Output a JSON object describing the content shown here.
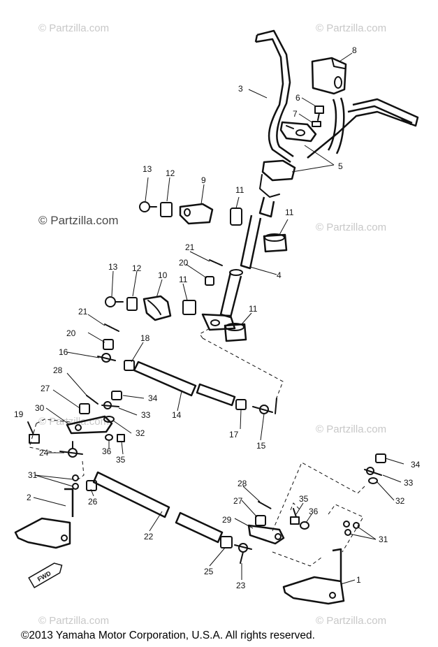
{
  "watermarks": {
    "top_left": "© Partzilla.com",
    "top_right": "© Partzilla.com",
    "mid_left": "© Partzilla.com",
    "mid_right": "© Partzilla.com",
    "low_left": "© Partzilla.com",
    "low_right": "© Partzilla.com",
    "bottom_left": "© Partzilla.com",
    "bottom_right": "© Partzilla.com"
  },
  "copyright": "©2013 Yamaha Motor Corporation, U.S.A. All rights reserved.",
  "direction_marker": "FWD",
  "callouts": {
    "c1": "1",
    "c2": "2",
    "c3": "3",
    "c4": "4",
    "c5": "5",
    "c6": "6",
    "c7": "7",
    "c8": "8",
    "c9": "9",
    "c10": "10",
    "c11a": "11",
    "c11b": "11",
    "c11c": "11",
    "c11d": "11",
    "c12a": "12",
    "c12b": "12",
    "c13a": "13",
    "c13b": "13",
    "c14": "14",
    "c15": "15",
    "c16": "16",
    "c17": "17",
    "c18": "18",
    "c19": "19",
    "c20a": "20",
    "c20b": "20",
    "c21a": "21",
    "c21b": "21",
    "c22": "22",
    "c23": "23",
    "c24": "24",
    "c25": "25",
    "c26": "26",
    "c27a": "27",
    "c27b": "27",
    "c28a": "28",
    "c28b": "28",
    "c29": "29",
    "c30": "30",
    "c31a": "31",
    "c31b": "31",
    "c32a": "32",
    "c32b": "32",
    "c33a": "33",
    "c33b": "33",
    "c34a": "34",
    "c34b": "34",
    "c35a": "35",
    "c35b": "35",
    "c36a": "36",
    "c36b": "36"
  }
}
